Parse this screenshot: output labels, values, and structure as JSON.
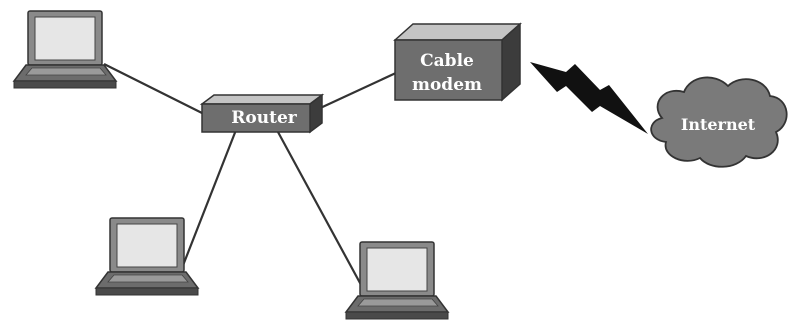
{
  "nodes": {
    "router": {
      "label": "Router"
    },
    "modem": {
      "line1": "Cable",
      "line2": "modem"
    },
    "internet": {
      "label": "Internet"
    }
  },
  "colors": {
    "box_front": "#6e6e6e",
    "box_top": "#c4c4c4",
    "box_side": "#3c3c3c",
    "cloud_fill": "#7a7a7a",
    "bolt": "#111111",
    "link": "#333333",
    "laptop_frame": "#7a7a7a",
    "laptop_screen": "#e4e4e4"
  },
  "icons": [
    "laptop-icon",
    "router-icon",
    "cable-modem-icon",
    "internet-cloud-icon",
    "lightning-bolt-icon"
  ]
}
